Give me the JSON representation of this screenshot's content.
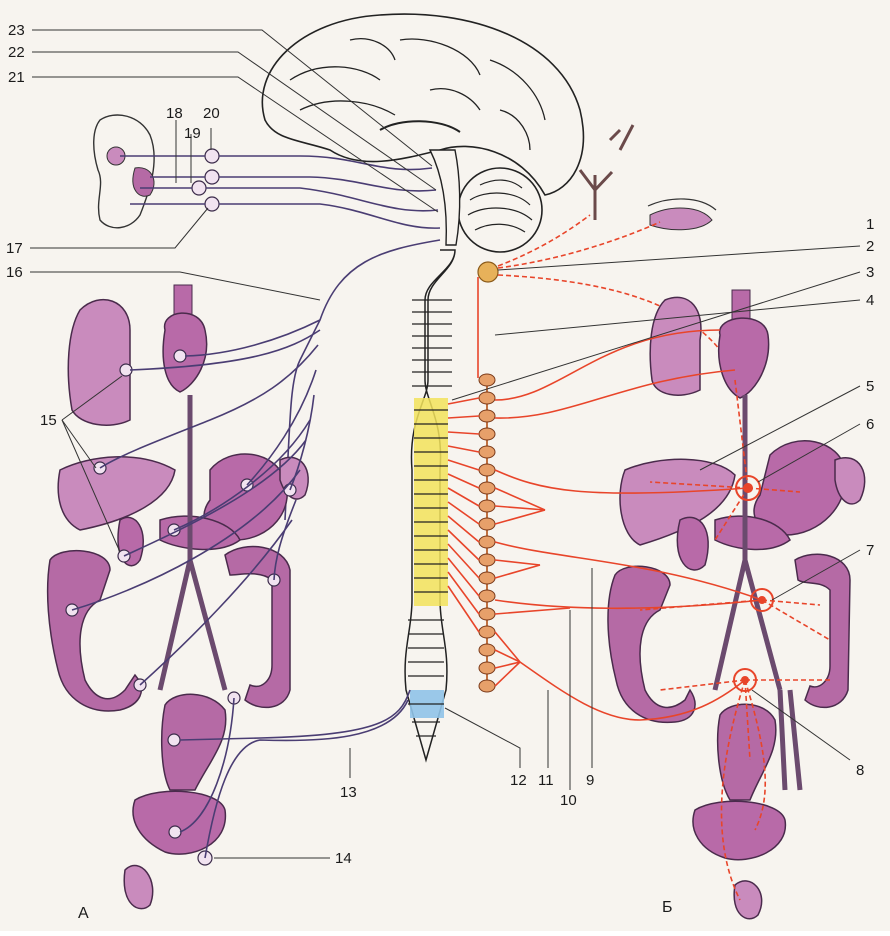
{
  "labels": {
    "l1": "1",
    "l2": "2",
    "l3": "3",
    "l4": "4",
    "l5": "5",
    "l6": "6",
    "l7": "7",
    "l8": "8",
    "l9": "9",
    "l10": "10",
    "l11": "11",
    "l12": "12",
    "l13": "13",
    "l14": "14",
    "l15": "15",
    "l16": "16",
    "l17": "17",
    "l18": "18",
    "l19": "19",
    "l20": "20",
    "l21": "21",
    "l22": "22",
    "l23": "23"
  },
  "panels": {
    "left": "А",
    "right": "Б"
  },
  "colors": {
    "parasympathetic": "#4a3d73",
    "sympathetic": "#e8452a",
    "spinal_cord_thoracolumbar": "#f2e25a",
    "spinal_cord_sacral": "#8fc3e8",
    "organs": "#b86aa8"
  }
}
